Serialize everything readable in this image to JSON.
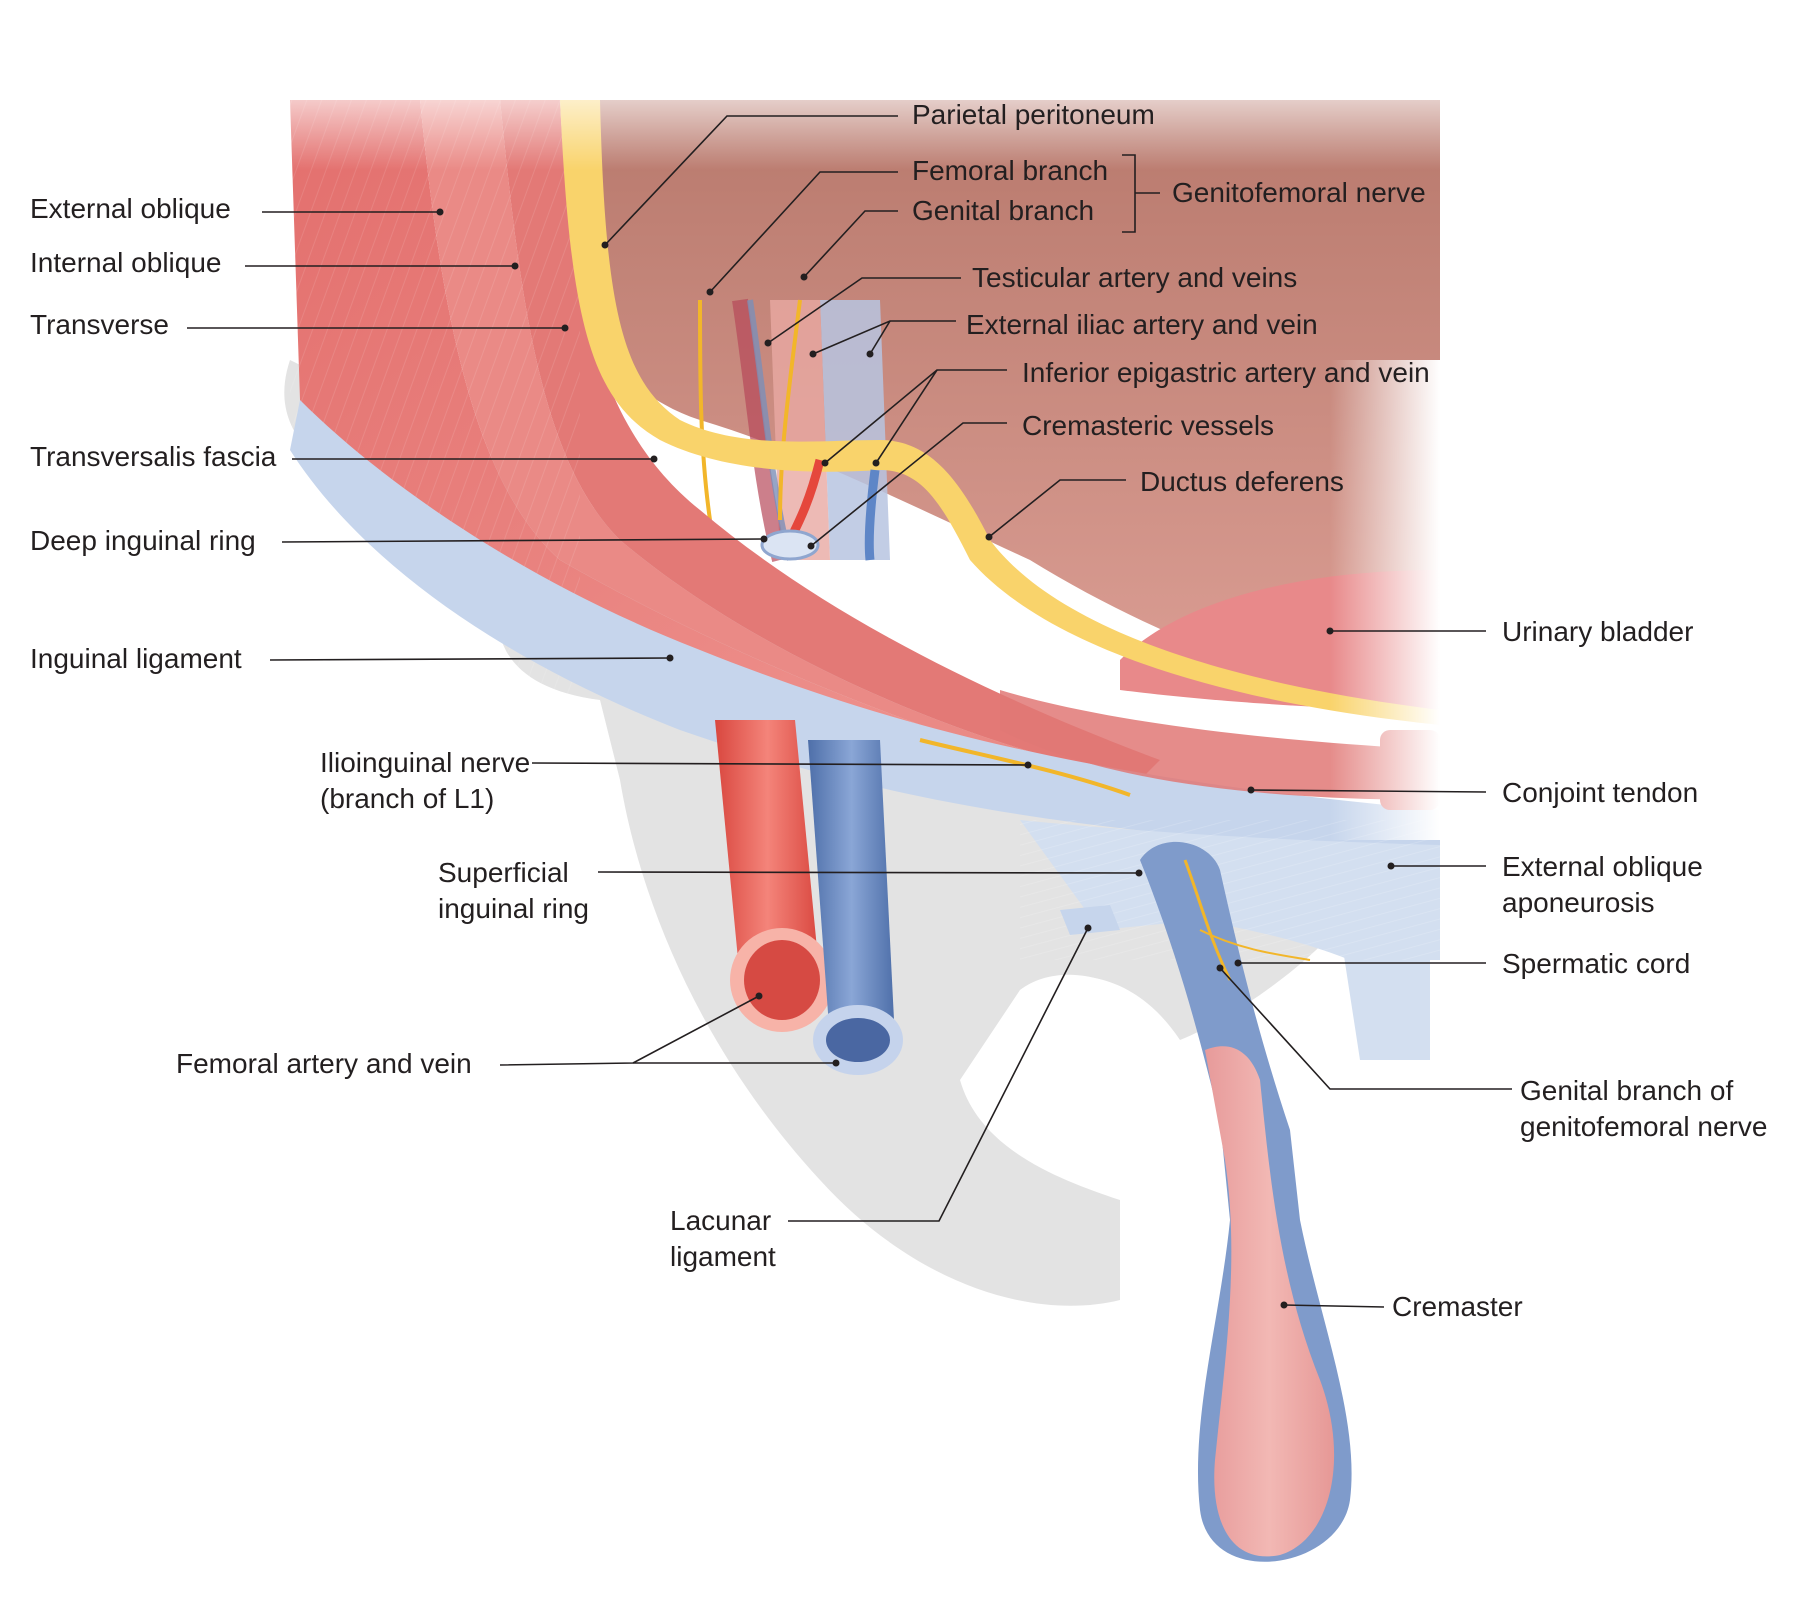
{
  "labels": {
    "external_oblique": "External oblique",
    "internal_oblique": "Internal oblique",
    "transverse": "Transverse",
    "transversalis_fascia": "Transversalis fascia",
    "deep_inguinal_ring": "Deep inguinal ring",
    "inguinal_ligament": "Inguinal ligament",
    "ilioinguinal_nerve_1": "Ilioinguinal nerve",
    "ilioinguinal_nerve_2": "(branch of L1)",
    "superficial_ring_1": "Superficial",
    "superficial_ring_2": "inguinal ring",
    "femoral_artery_vein": "Femoral artery and vein",
    "lacunar_1": "Lacunar",
    "lacunar_2": "ligament",
    "parietal_peritoneum": "Parietal peritoneum",
    "femoral_branch": "Femoral branch",
    "genital_branch": "Genital branch",
    "genitofemoral_nerve": "Genitofemoral nerve",
    "testicular_artery": "Testicular artery and veins",
    "external_iliac": "External iliac artery and vein",
    "inferior_epigastric": "Inferior epigastric artery and vein",
    "cremasteric_vessels": "Cremasteric vessels",
    "ductus_deferens": "Ductus deferens",
    "urinary_bladder": "Urinary bladder",
    "conjoint_tendon": "Conjoint tendon",
    "ext_oblique_apo_1": "External oblique",
    "ext_oblique_apo_2": "aponeurosis",
    "spermatic_cord": "Spermatic cord",
    "genital_branch_gf_1": "Genital branch of",
    "genital_branch_gf_2": "genitofemoral nerve",
    "cremaster": "Cremaster"
  },
  "colors": {
    "muscle": "#e8827f",
    "muscle_light": "#f2aaa6",
    "aponeurosis": "#c9d8ee",
    "peritoneum": "#f9d36b",
    "artery": "#ee6f63",
    "vein": "#6f8fc4",
    "bone": "#e2e2e2",
    "nerve": "#f2b62a"
  }
}
